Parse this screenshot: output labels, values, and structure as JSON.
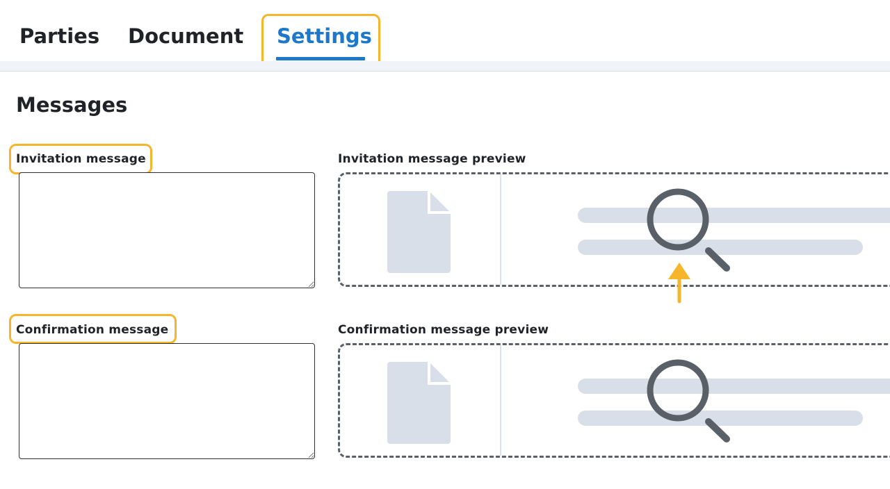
{
  "tabs": {
    "parties": "Parties",
    "document": "Document",
    "settings": "Settings",
    "active": "settings"
  },
  "section": {
    "title": "Messages"
  },
  "fields": {
    "invitation": {
      "label": "Invitation message",
      "value": "",
      "preview_label": "Invitation message preview"
    },
    "confirmation": {
      "label": "Confirmation message",
      "value": "",
      "preview_label": "Confirmation message preview"
    }
  },
  "icons": {
    "preview_doc": "document-icon",
    "preview_search": "magnifier-icon",
    "annotation": "arrow-up-icon"
  },
  "colors": {
    "accent": "#1d78c9",
    "highlight": "#f6b52b",
    "placeholder": "#d9dfe8",
    "icon_dark": "#5a6068"
  }
}
